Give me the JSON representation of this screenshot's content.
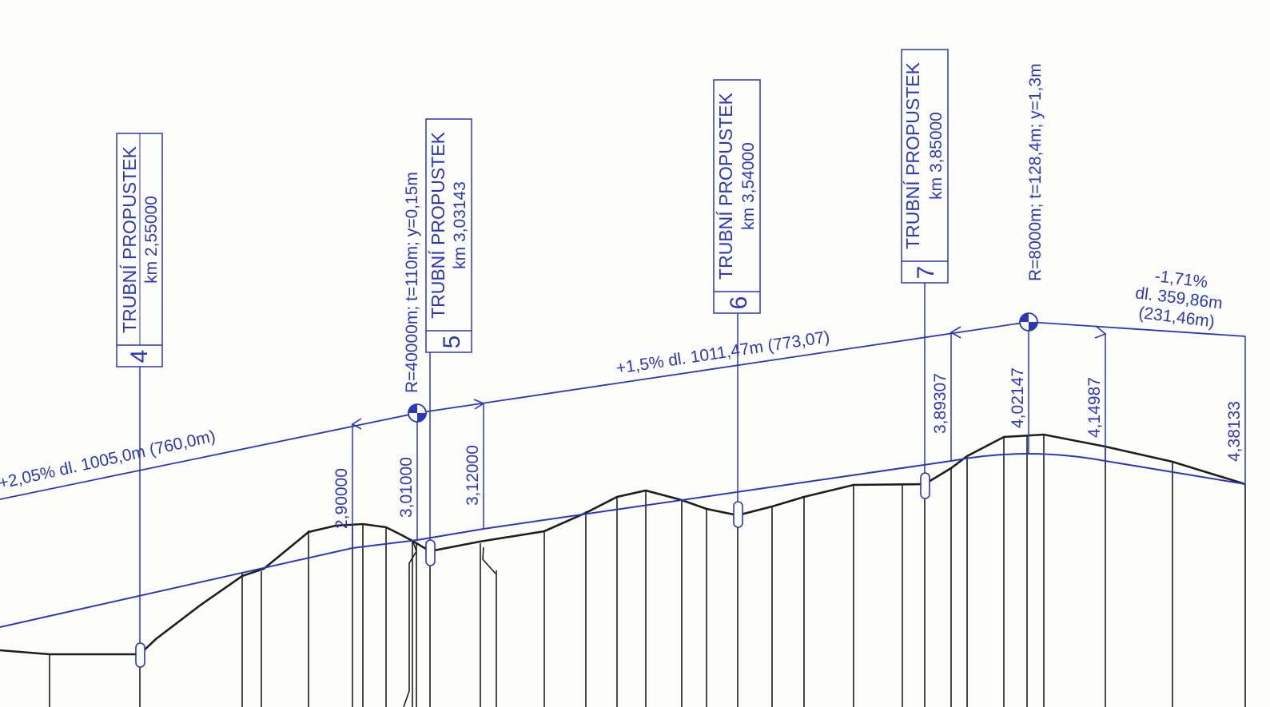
{
  "culverts": [
    {
      "number": "4",
      "title": "TRUBNÍ PROPUSTEK",
      "km": "km 2,55000"
    },
    {
      "number": "5",
      "title": "TRUBNÍ PROPUSTEK",
      "km": "km 3,03143"
    },
    {
      "number": "6",
      "title": "TRUBNÍ PROPUSTEK",
      "km": "km 3,54000"
    },
    {
      "number": "7",
      "title": "TRUBNÍ PROPUSTEK",
      "km": "km 3,85000"
    }
  ],
  "grades": [
    {
      "text": "+2,05% dl. 1005,0m (760,0m)"
    },
    {
      "text": "+1,5% dl. 1011,47m (773,07)"
    },
    {
      "line1": "-1,71%",
      "line2": "dl. 359,86m",
      "line3": "(231,46m)"
    }
  ],
  "vertical_curves": [
    {
      "text": "R=40000m; t=110m; y=0,15m"
    },
    {
      "text": "R=8000m; t=128,4m; y=1,3m"
    }
  ],
  "stations": [
    {
      "value": "2,90000"
    },
    {
      "value": "3,01000"
    },
    {
      "value": "3,12000"
    },
    {
      "value": "3,89307"
    },
    {
      "value": "4,02147"
    },
    {
      "value": "4,14987"
    },
    {
      "value": "4,38133"
    }
  ],
  "colors": {
    "design": "#2b39b8",
    "terrain": "#1e1e1e"
  }
}
